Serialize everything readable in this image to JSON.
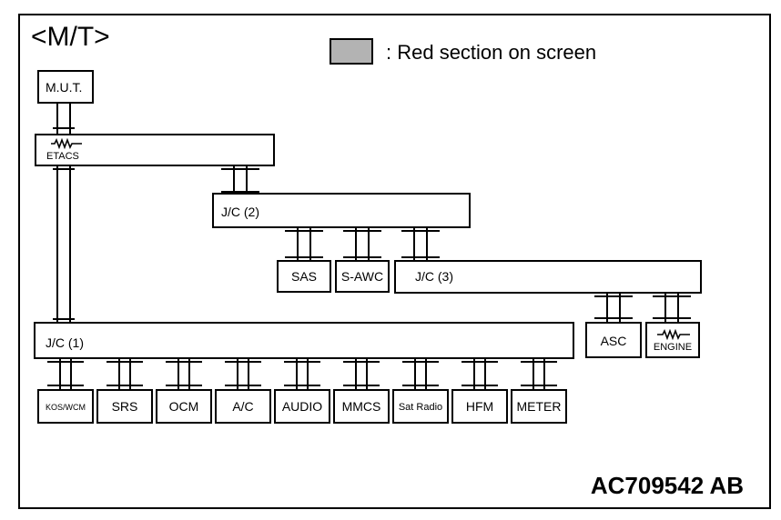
{
  "title": "<M/T>",
  "legend": {
    "swatch_color": "#b3b3b3",
    "text": ": Red section on screen"
  },
  "figure_code": "AC709542 AB",
  "nodes": {
    "mut": "M.U.T.",
    "etacs": "ETACS",
    "jc2": "J/C (2)",
    "jc3": "J/C (3)",
    "jc1": "J/C (1)",
    "sas": "SAS",
    "sawc": "S-AWC",
    "asc": "ASC",
    "engine": "ENGINE",
    "kos": "KOS/WCM",
    "srs": "SRS",
    "ocm": "OCM",
    "ac": "A/C",
    "audio": "AUDIO",
    "mmcs": "MMCS",
    "satradio": "Sat Radio",
    "hfm": "HFM",
    "meter": "METER"
  },
  "icons": {
    "etacs": "resistor-icon",
    "engine": "resistor-icon"
  }
}
